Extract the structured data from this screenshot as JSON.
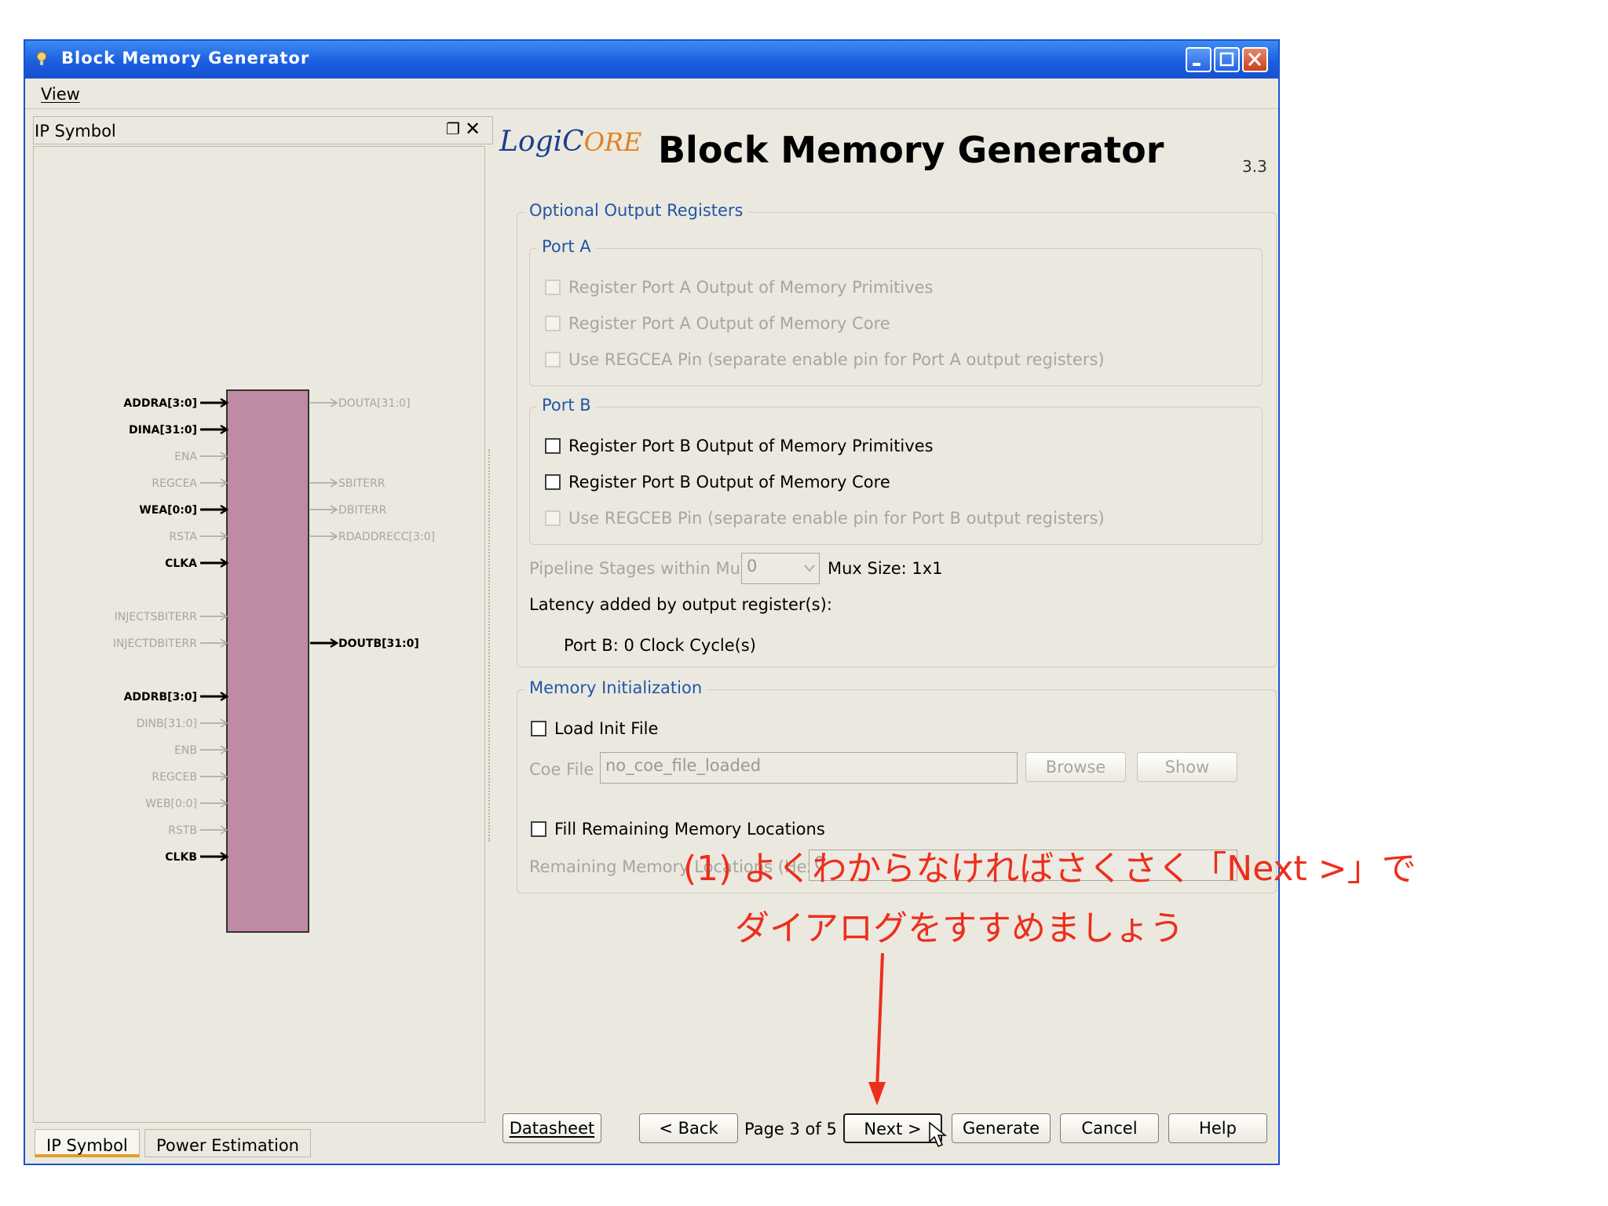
{
  "window": {
    "title": "Block Memory Generator",
    "menu": [
      "View"
    ]
  },
  "left_panel": {
    "header": "IP Symbol",
    "tabs": [
      "IP Symbol",
      "Power Estimation"
    ],
    "symbol": {
      "left_pins": [
        {
          "name": "ADDRA[3:0]",
          "active": true
        },
        {
          "name": "DINA[31:0]",
          "active": true
        },
        {
          "name": "ENA",
          "active": false
        },
        {
          "name": "REGCEA",
          "active": false
        },
        {
          "name": "WEA[0:0]",
          "active": true
        },
        {
          "name": "RSTA",
          "active": false
        },
        {
          "name": "CLKA",
          "active": true
        },
        {
          "name": "INJECTSBITERR",
          "active": false
        },
        {
          "name": "INJECTDBITERR",
          "active": false
        },
        {
          "name": "ADDRB[3:0]",
          "active": true
        },
        {
          "name": "DINB[31:0]",
          "active": false
        },
        {
          "name": "ENB",
          "active": false
        },
        {
          "name": "REGCEB",
          "active": false
        },
        {
          "name": "WEB[0:0]",
          "active": false
        },
        {
          "name": "RSTB",
          "active": false
        },
        {
          "name": "CLKB",
          "active": true
        }
      ],
      "right_pins": [
        {
          "name": "DOUTA[31:0]",
          "active": false
        },
        {
          "name": "SBITERR",
          "active": false
        },
        {
          "name": "DBITERR",
          "active": false
        },
        {
          "name": "RDADDRECC[3:0]",
          "active": false
        },
        {
          "name": "DOUTB[31:0]",
          "active": true
        }
      ],
      "block_color": "#be8aa4"
    }
  },
  "header": {
    "logo": {
      "part1": "LogiC",
      "part2": "ORE"
    },
    "title": "Block Memory Generator",
    "version": "3.3"
  },
  "output_registers": {
    "legend": "Optional Output Registers",
    "port_a": {
      "legend": "Port A",
      "options": [
        {
          "label": "Register Port A Output of Memory Primitives",
          "checked": false,
          "enabled": false
        },
        {
          "label": "Register Port A Output of Memory Core",
          "checked": false,
          "enabled": false
        },
        {
          "label": "Use REGCEA Pin (separate enable pin for Port A output registers)",
          "checked": false,
          "enabled": false
        }
      ]
    },
    "port_b": {
      "legend": "Port B",
      "options": [
        {
          "label": "Register Port B Output of Memory Primitives",
          "checked": false,
          "enabled": true
        },
        {
          "label": "Register Port B Output of Memory Core",
          "checked": false,
          "enabled": true
        },
        {
          "label": "Use REGCEB Pin (separate enable pin for Port B output registers)",
          "checked": false,
          "enabled": false
        }
      ]
    },
    "pipeline_label": "Pipeline Stages within Mux",
    "pipeline_value": "0",
    "mux_size": "Mux Size: 1x1",
    "latency_label": "Latency added by output register(s):",
    "latency_value": "Port B: 0 Clock Cycle(s)"
  },
  "memory_init": {
    "legend": "Memory Initialization",
    "load_init_label": "Load Init File",
    "coe_label": "Coe File",
    "coe_value": "no_coe_file_loaded",
    "browse": "Browse",
    "show": "Show",
    "fill_label": "Fill Remaining Memory Locations",
    "remaining_label": "Remaining Memory Locations (Hex)",
    "remaining_value": "0"
  },
  "footer": {
    "datasheet": "Datasheet",
    "back": "< Back",
    "page": "Page 3 of 5",
    "next": "Next >",
    "generate": "Generate",
    "cancel": "Cancel",
    "help": "Help"
  },
  "annotation": {
    "line1": "(1) よくわからなければさくさく「Next >」で",
    "line2": "ダイアログをすすめましょう",
    "color": "#ee2e1c"
  }
}
